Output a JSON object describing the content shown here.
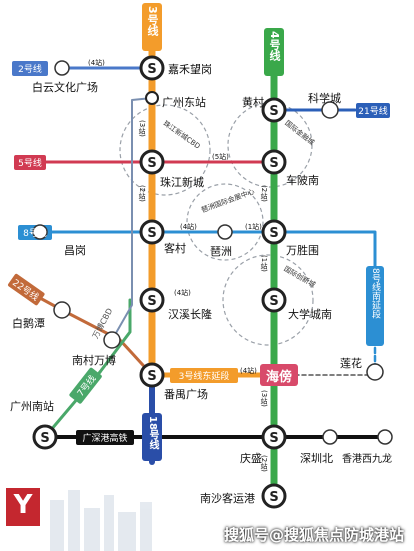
{
  "lines": {
    "line3": {
      "label": "3号线",
      "color": "#f39c2b"
    },
    "line4": {
      "label": "4号线",
      "color": "#3aa84a"
    },
    "line2": {
      "label": "2号线",
      "color": "#4a78c9"
    },
    "line21": {
      "label": "21号线",
      "color": "#2b5fb8"
    },
    "line5": {
      "label": "5号线",
      "color": "#d13a52"
    },
    "line8": {
      "label": "8号线",
      "color": "#2c8fd3"
    },
    "line22": {
      "label": "22号线",
      "color": "#c26a3a"
    },
    "line7": {
      "label": "7号线",
      "color": "#4aa86a"
    },
    "line18": {
      "label": "18号线",
      "color": "#2a4ea8"
    },
    "line8south": {
      "label": "8号线南延段",
      "color": "#2c8fd3"
    },
    "line3east": {
      "label": "3号线东延段",
      "color": "#f39c2b"
    },
    "apm": {
      "label": "万博CBD",
      "color": "#7a8fb0"
    },
    "gsr": {
      "label": "广深港高铁",
      "color": "#111111"
    }
  },
  "stations": {
    "jiahewanggang": "嘉禾望岗",
    "baiyunwenhua": "白云文化广场",
    "guangzhoudong": "广州东站",
    "huangcun": "黄村",
    "kexuecheng": "科学城",
    "zhujiangxincheng": "珠江新城",
    "chebeinan": "车陂南",
    "changgang": "昌岗",
    "kecun": "客村",
    "pazhou": "琶洲",
    "wanshengwei": "万胜围",
    "baietan": "白鹅潭",
    "hanxichanglong": "汉溪长隆",
    "daxuechengnan": "大学城南",
    "nancunwanbo": "南村万博",
    "lianhua": "莲花",
    "guangzhounan": "广州南站",
    "panyuguangchang": "番禺广场",
    "haibang": "海傍",
    "qingsheng": "庆盛",
    "shenzhenbei": "深圳北",
    "xiangganxijiulong": "香港西九龙",
    "nanshakegang": "南沙客运港"
  },
  "stops": {
    "s4_a": "(4站)",
    "s5_a": "(5站)",
    "s4_b": "(4站)",
    "s1": "(1站)",
    "s3_a": "(3站)",
    "s2_a": "(2站)",
    "s2_b": "(2站)",
    "s1_b": "(1站)",
    "s4_c": "(4站)",
    "s4_d": "(4站)",
    "s3_b": "(3站)",
    "s2_c": "(2站)"
  },
  "zones": {
    "zhujiangcbd": "珠江新城CBD",
    "guojijinrong": "国际金融城",
    "pazhouhuizhan": "琶洲国际会展中心",
    "daxuecheng": "国际创新城"
  },
  "watermark": "搜狐号@搜狐焦点防城港站",
  "logo": {
    "glyph": "Y"
  }
}
